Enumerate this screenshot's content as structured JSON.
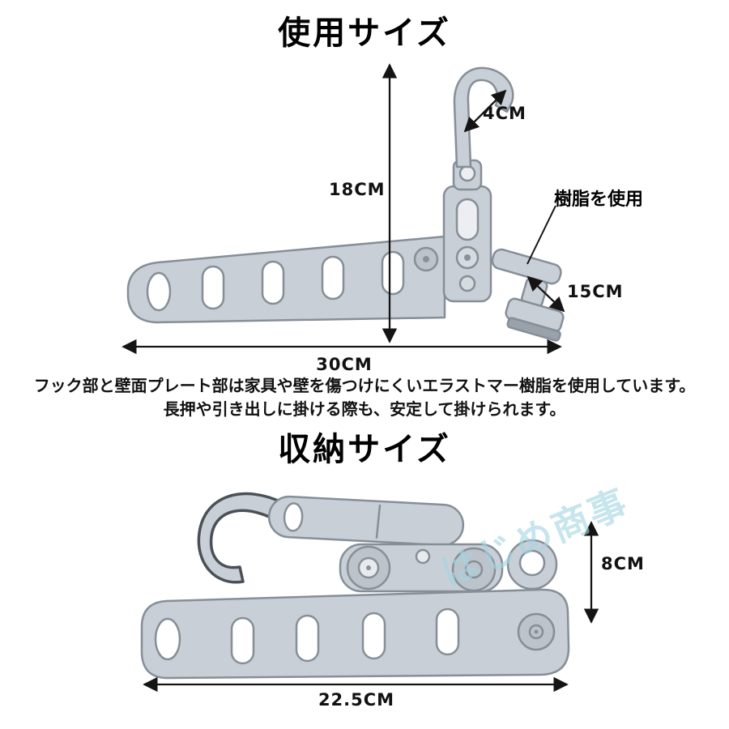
{
  "usage_section": {
    "title": "使用サイズ",
    "dim_hook": "4CM",
    "dim_height": "18CM",
    "resin_label": "樹脂を使用",
    "dim_depth": "15CM",
    "dim_width": "30CM",
    "desc_line1": "フック部と壁面プレート部は家具や壁を傷つけにくいエラストマー樹脂を使用しています。",
    "desc_line2": "長押や引き出しに掛ける際も、安定して掛けられます。"
  },
  "storage_section": {
    "title": "収納サイズ",
    "dim_height": "8CM",
    "dim_width": "22.5CM",
    "watermark": "はじめ商事"
  },
  "colors": {
    "hanger_fill": "#c9cfd6",
    "hanger_stroke": "#868e97",
    "hanger_detail": "#bcc3ca",
    "hole_fill": "#ffffff",
    "hook_stroke": "#4a5056",
    "arrow": "#141414",
    "watermark": "#a5d6e3"
  }
}
